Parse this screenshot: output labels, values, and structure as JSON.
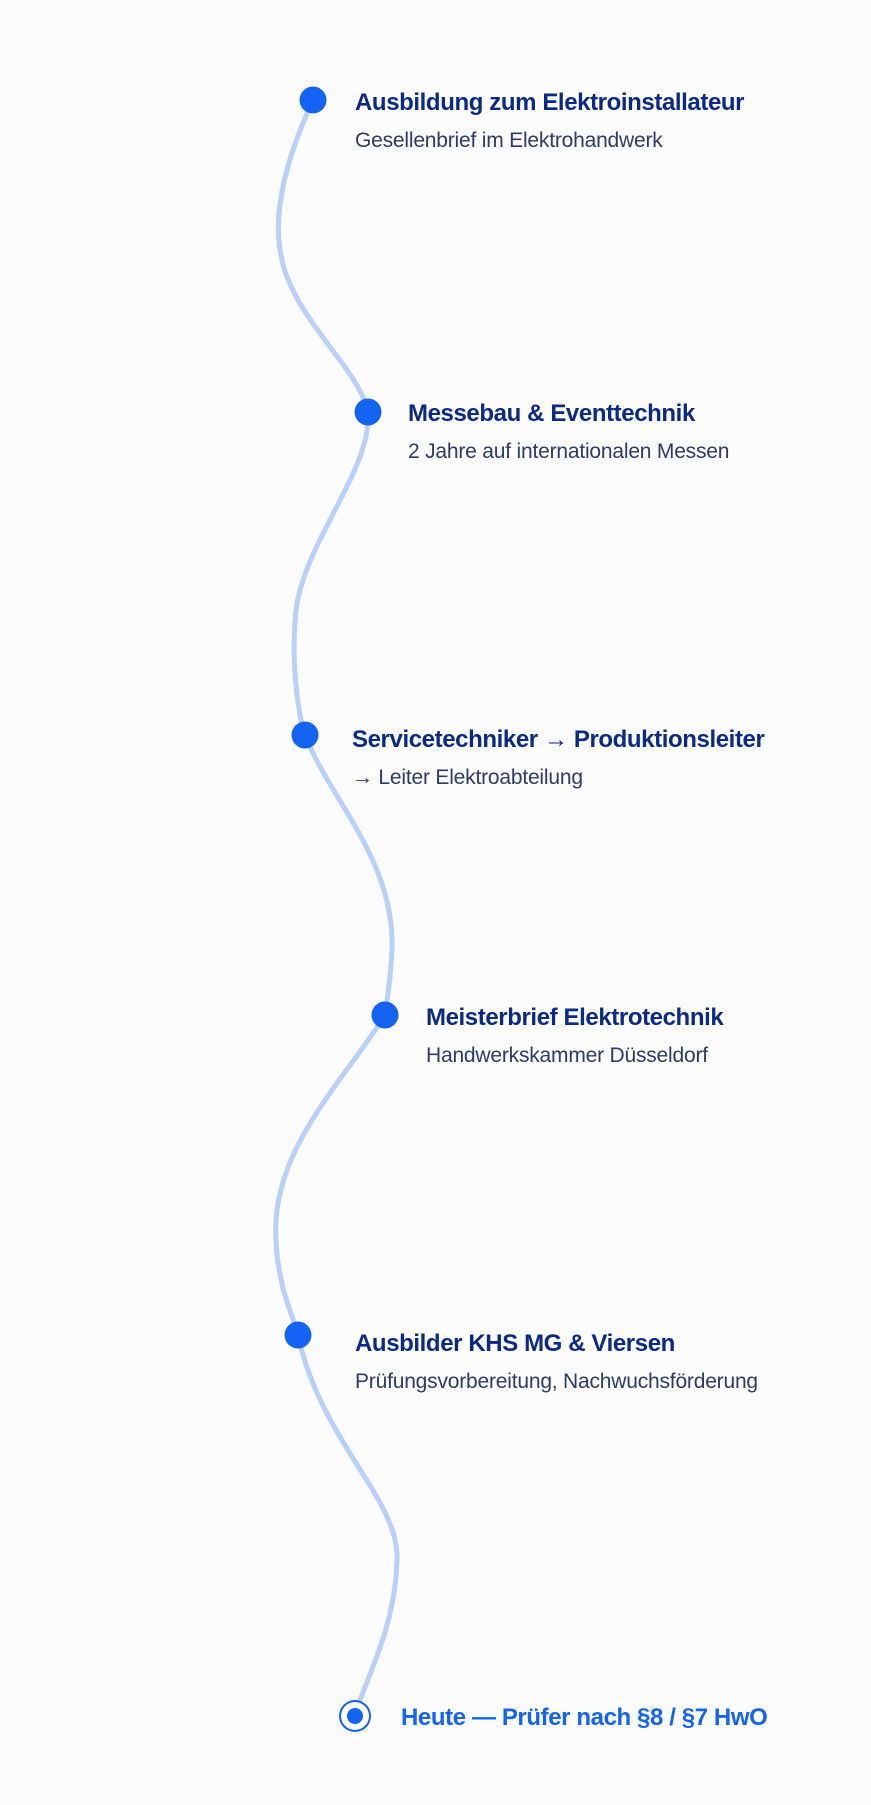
{
  "timeline": {
    "items": [
      {
        "title": "Ausbildung zum Elektroinstallateur",
        "subtitle": "Gesellenbrief im Elektrohandwerk"
      },
      {
        "title": "Messebau & Eventtechnik",
        "subtitle": "2 Jahre auf internationalen Messen"
      },
      {
        "title": "Servicetechniker → Produktionsleiter",
        "subtitle": "→ Leiter Elektroabteilung"
      },
      {
        "title": "Meisterbrief Elektrotechnik",
        "subtitle": "Handwerkskammer Düsseldorf"
      },
      {
        "title": "Ausbilder KHS MG & Viersen",
        "subtitle": "Prüfungsvorbereitung, Nachwuchsförderung"
      }
    ],
    "current": {
      "title": "Heute — Prüfer nach §8 / §7 HwO"
    }
  },
  "colors": {
    "accent": "#1463f3",
    "path": "#b9d0fb",
    "title": "#0a2a85",
    "subtitle": "#2d3b66",
    "background": "#fcfcfd"
  }
}
